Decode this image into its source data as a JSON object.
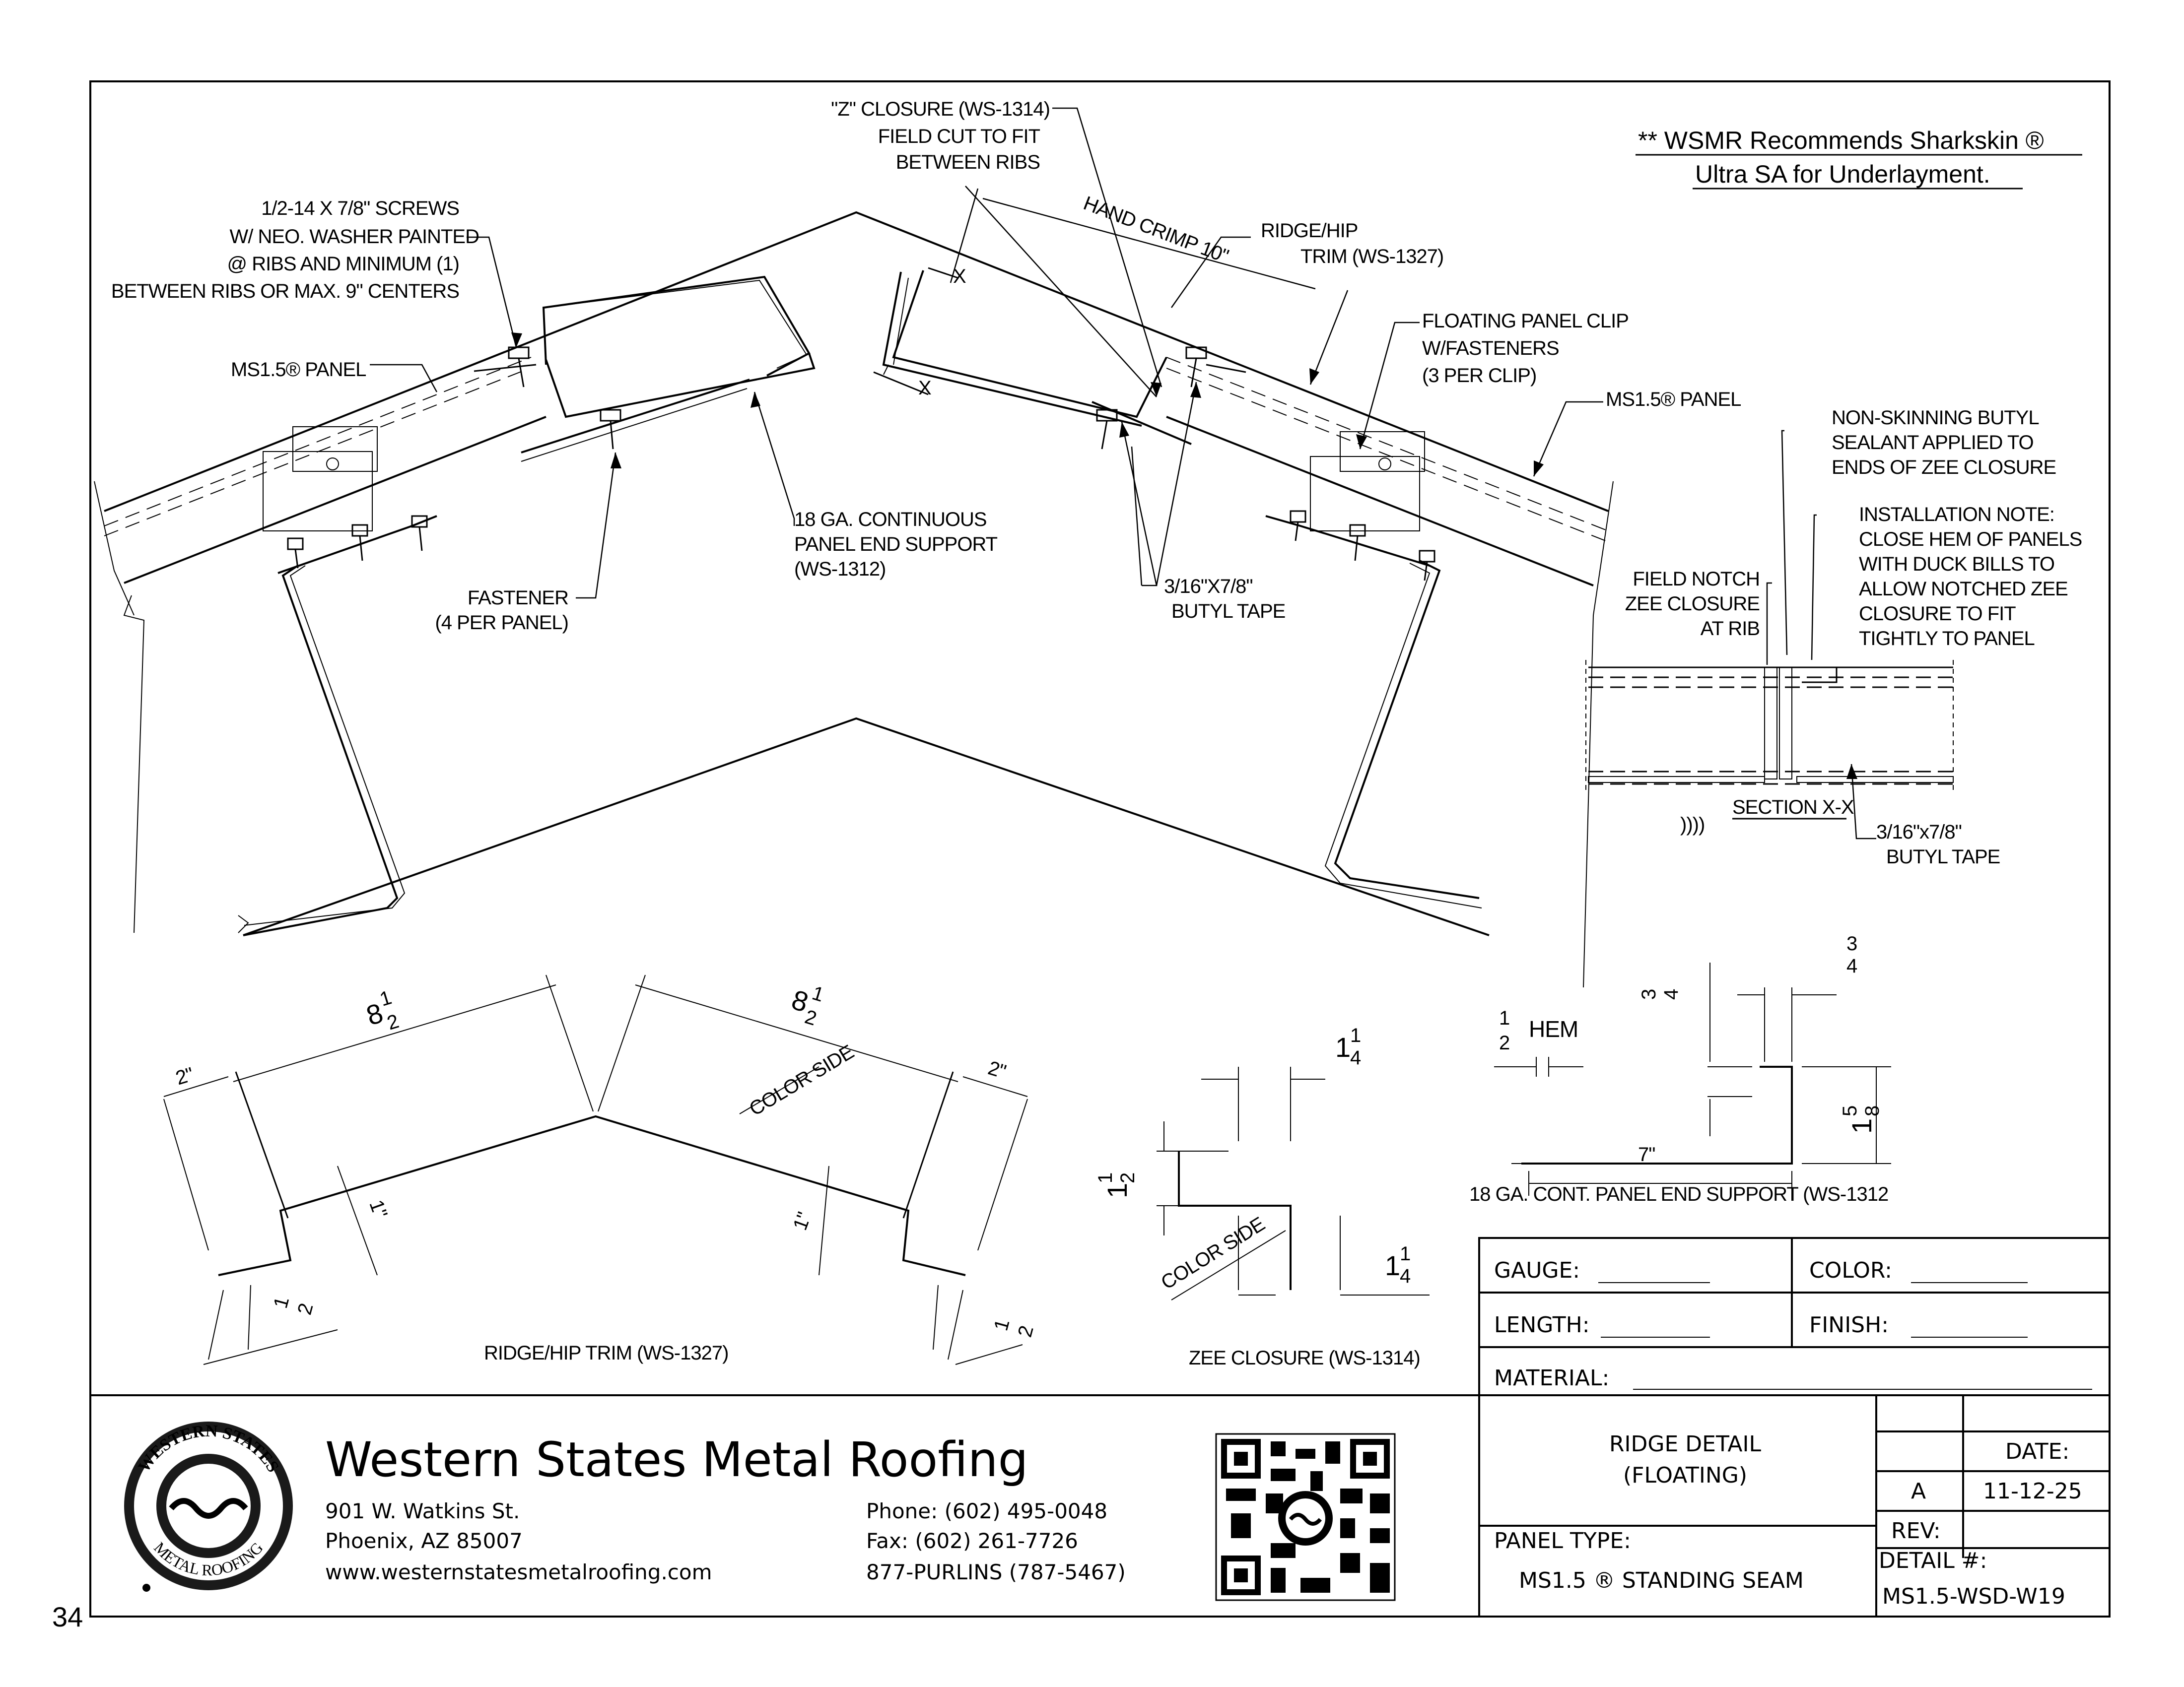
{
  "note": {
    "line1": "** WSMR Recommends Sharkskin ®",
    "line2": "Ultra SA for Underlayment."
  },
  "callouts": {
    "screws": [
      "1/2-14 X 7/8\" SCREWS",
      "W/ NEO. WASHER PAINTED",
      "@ RIBS AND MINIMUM (1)",
      "BETWEEN RIBS OR MAX. 9\" CENTERS"
    ],
    "panel_left": "MS1.5® PANEL",
    "z_closure": [
      "\"Z\" CLOSURE (WS-1314)",
      "FIELD CUT TO FIT",
      "BETWEEN RIBS"
    ],
    "hand_crimp": "HAND CRIMP 10\"",
    "ridge_trim": [
      "RIDGE/HIP",
      "TRIM (WS-1327)"
    ],
    "floating_clip": [
      "FLOATING PANEL CLIP",
      "W/FASTENERS",
      "(3 PER CLIP)"
    ],
    "panel_right": "MS1.5® PANEL",
    "end_support": [
      "18 GA. CONTINUOUS",
      "PANEL END SUPPORT",
      "(WS-1312)"
    ],
    "fastener": [
      "FASTENER",
      "(4 PER PANEL)"
    ],
    "butyl_main": [
      "3/16\"X7/8\"",
      "BUTYL TAPE"
    ],
    "sealant": [
      "NON-SKINNING BUTYL",
      "SEALANT APPLIED TO",
      "ENDS OF ZEE CLOSURE"
    ],
    "install_note": [
      "INSTALLATION NOTE:",
      "CLOSE HEM OF PANELS",
      "WITH DUCK BILLS TO",
      "ALLOW NOTCHED ZEE",
      "CLOSURE TO FIT",
      "TIGHTLY TO PANEL"
    ],
    "field_notch": [
      "FIELD NOTCH",
      "ZEE CLOSURE",
      "AT RIB"
    ],
    "section": "SECTION X-X",
    "butyl_section": [
      "3/16\"x7/8\"",
      "BUTYL TAPE"
    ],
    "marks": "))))",
    "x_mark": "X"
  },
  "trim_detail": {
    "title": "RIDGE/HIP TRIM (WS-1327)",
    "dim_85_whole": "8",
    "dim_85_frac_n": "1",
    "dim_85_frac_d": "2",
    "dim_2": "2\"",
    "dim_1": "1\"",
    "dim_half_n": "1",
    "dim_half_d": "2",
    "color_side": "COLOR SIDE"
  },
  "zee_detail": {
    "title": "ZEE CLOSURE (WS-1314)",
    "dim_whole": "1",
    "dim_n1": "1",
    "dim_d1": "4",
    "dim_n2": "1",
    "dim_d2": "2",
    "color_side": "COLOR SIDE"
  },
  "support_detail": {
    "title": "18 GA. CONT. PANEL END SUPPORT (WS-1312",
    "hem_n": "1",
    "hem_d": "2",
    "hem_label": "HEM",
    "dim_7": "7\"",
    "dim_34_n": "3",
    "dim_34_d": "4",
    "dim_158_whole": "1",
    "dim_158_n": "5",
    "dim_158_d": "8"
  },
  "title_block": {
    "gauge": "GAUGE:",
    "color": "COLOR:",
    "length": "LENGTH:",
    "finish": "FINISH:",
    "material": "MATERIAL:",
    "drawing_title_1": "RIDGE DETAIL",
    "drawing_title_2": "(FLOATING)",
    "panel_type_label": "PANEL TYPE:",
    "panel_type": "MS1.5 ® STANDING SEAM",
    "date_label": "DATE:",
    "rev_letter": "A",
    "date": "11-12-25",
    "rev_label": "REV:",
    "detail_label": "DETAIL #:",
    "detail_number": "MS1.5-WSD-W19"
  },
  "company": {
    "name": "Western States Metal Roofing",
    "address1": "901 W. Watkins St.",
    "address2": "Phoenix, AZ 85007",
    "website": "www.westernstatesmetalroofing.com",
    "phone": "Phone: (602) 495-0048",
    "fax": "Fax: (602) 261-7726",
    "tollfree": "877-PURLINS (787-5467)",
    "logo_top": "WESTERN STATES",
    "logo_bottom": "METAL ROOFING"
  },
  "page_number": "34"
}
